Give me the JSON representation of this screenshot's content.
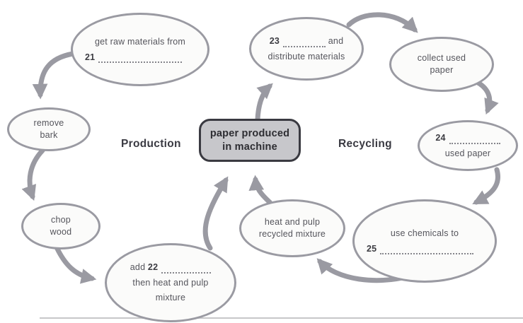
{
  "labels": {
    "production": "Production",
    "recycling": "Recycling"
  },
  "center_box": {
    "line1": "paper produced",
    "line2": "in machine"
  },
  "nodes": {
    "raw_materials": {
      "line1": "get raw materials from",
      "number": "21"
    },
    "remove_bark": {
      "line1": "remove",
      "line2": "bark"
    },
    "chop_wood": {
      "line1": "chop",
      "line2": "wood"
    },
    "add_mixture": {
      "pre": "add",
      "number": "22",
      "line2": "then heat and pulp",
      "line3": "mixture"
    },
    "distribute": {
      "number": "23",
      "post": "and",
      "line2": "distribute materials"
    },
    "collect": {
      "line1": "collect used",
      "line2": "paper"
    },
    "sort_paper": {
      "number": "24",
      "line2": "used paper"
    },
    "chemicals": {
      "line1": "use chemicals to",
      "number": "25"
    },
    "heat_pulp": {
      "line1": "heat and pulp",
      "line2": "recycled mixture"
    }
  },
  "colors": {
    "arrow": "#9a9aa2",
    "ellipse_border": "#9a9aa2",
    "box_fill": "#c7c7cb",
    "box_border": "#3a3a41",
    "text": "#55555c",
    "text_dark": "#3c3c42"
  }
}
